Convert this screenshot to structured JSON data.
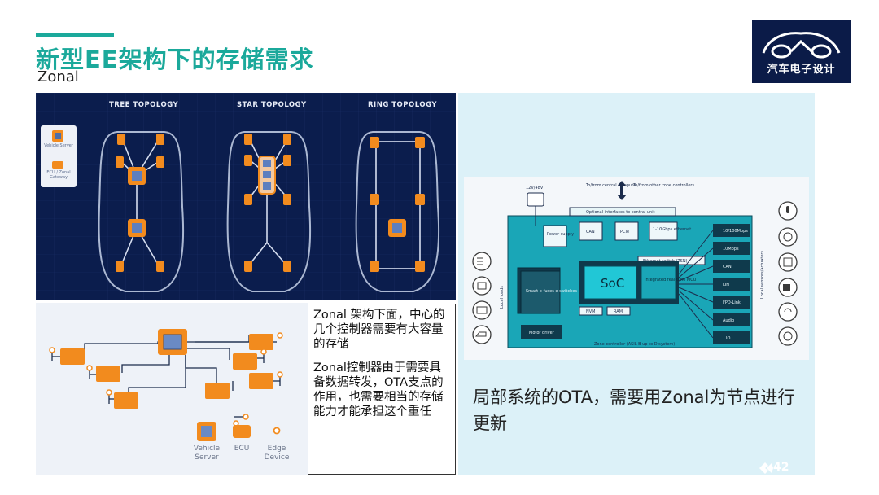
{
  "header": {
    "title": "新型EE架构下的存储需求",
    "subtitle": "Zonal"
  },
  "logo": {
    "text": "汽车电子设计",
    "icon": "car-outline-icon",
    "background": "#0b1b48"
  },
  "topology_panel": {
    "labels": [
      "TREE TOPOLOGY",
      "STAR TOPOLOGY",
      "RING TOPOLOGY"
    ],
    "legend": [
      "Vehicle Server",
      "ECU / Zonal Gateway"
    ],
    "background": "#0b1d4d",
    "node_color": "#f28b1e"
  },
  "zonal_panel": {
    "legend": [
      "Vehicle Server",
      "ECU",
      "Edge Device"
    ]
  },
  "text_box": {
    "para1": "Zonal 架构下面，中心的几个控制器需要有大容量的存储",
    "para2": "Zonal控制器由于需要具备数据转发，OTA支点的作用，也需要相当的存储能力才能承担这个重任"
  },
  "zone_diagram": {
    "soc": "SoC",
    "power": "12V/48V",
    "top_left": "To/from central compute",
    "top_right": "To/from other zone controllers",
    "optional": "Optional interfaces to central unit",
    "power_supply": "Power supply",
    "can": "CAN",
    "pcie": "PCIe",
    "ethernet": "1-10Gbps ethernet",
    "switch": "Ethernet switch (TSN)",
    "smart_fuses": "Smart e-fuses e-switches",
    "mcu": "Integrated real-time MCU",
    "nvm": "NVM",
    "ram": "RAM",
    "motor": "Motor driver",
    "footer": "Zone controller (ASIL B up to D system)",
    "left_loads": "Local loads",
    "right_sensors": "Local sensors/actuators",
    "ports": [
      "10/100Mbps",
      "10Mbps",
      "CAN",
      "LIN",
      "FPD-Link",
      "Audio",
      "IO"
    ],
    "accent": "#1aa6b7"
  },
  "right_panel": {
    "ota_text": "局部系统的OTA，需要用Zonal为节点进行更新"
  },
  "page": {
    "number": "42"
  }
}
